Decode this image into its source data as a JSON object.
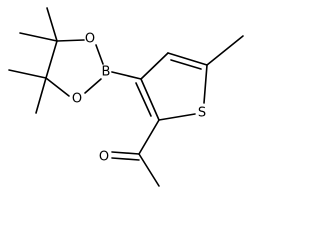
{
  "structure": {
    "atoms": {
      "O_ring_top": "O",
      "O_ring_bottom": "O",
      "B": "B",
      "S": "S",
      "O_carbonyl": "O"
    }
  }
}
